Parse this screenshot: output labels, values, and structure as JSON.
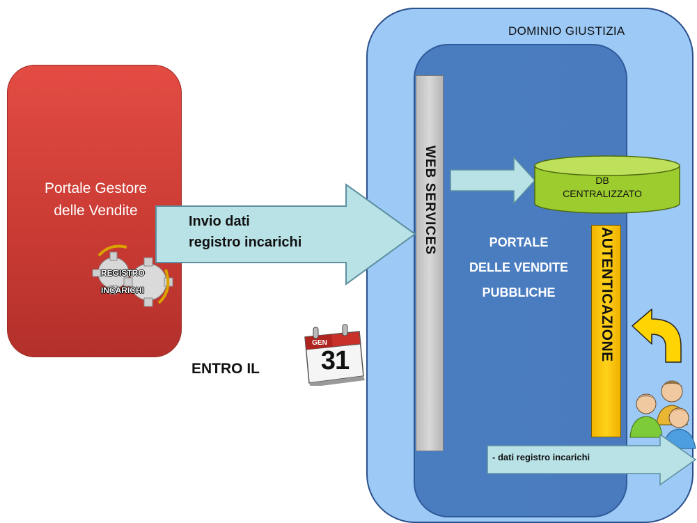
{
  "domain_title": "DOMINIO GIUSTIZIA",
  "gestore": {
    "line1": "Portale Gestore",
    "line2": "delle Vendite"
  },
  "registro": {
    "line1": "REGISTRO",
    "line2": "INCARICHI"
  },
  "main_arrow": {
    "line1": "Invio dati",
    "line2": "registro incarichi"
  },
  "entro": "ENTRO IL",
  "calendar": {
    "month": "GEN",
    "day": "31"
  },
  "web_services": "WEB SERVICES",
  "db": {
    "line1": "DB",
    "line2": "CENTRALIZZATO"
  },
  "portal": {
    "line1": "PORTALE",
    "line2": "DELLE VENDITE",
    "line3": "PUBBLICHE"
  },
  "auth": "AUTENTICAZIONE",
  "bottom_arrow": "- dati registro incarichi",
  "icons": [
    "gear-icon",
    "calendar-icon",
    "users-icon",
    "return-arrow-icon"
  ],
  "colors": {
    "domain": "#9cc9f5",
    "portal": "#4a7cc0",
    "gestore": "#d4423b",
    "arrow": "#b9e2e6",
    "db": "#9ccc2e",
    "auth": "#ffc800",
    "web_services": "#c8c8c8"
  }
}
